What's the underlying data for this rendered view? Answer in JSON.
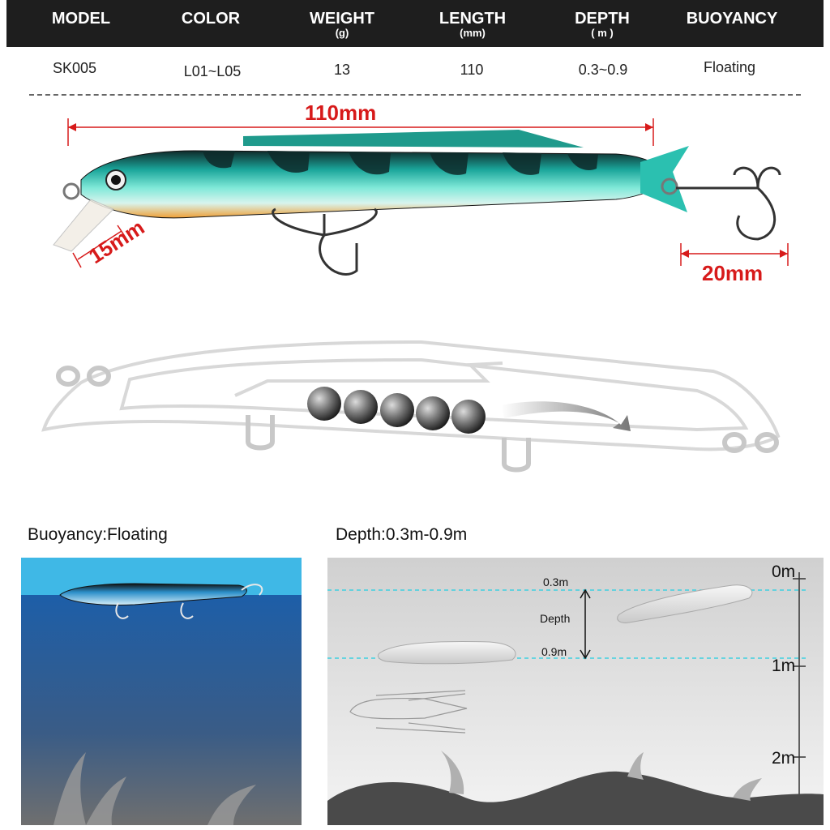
{
  "spec_table": {
    "headers": [
      {
        "label": "MODEL",
        "unit": ""
      },
      {
        "label": "COLOR",
        "unit": ""
      },
      {
        "label": "WEIGHT",
        "unit": "(g)"
      },
      {
        "label": "LENGTH",
        "unit": "(mm)"
      },
      {
        "label": "DEPTH",
        "unit": "( m )"
      },
      {
        "label": "BUOYANCY",
        "unit": ""
      }
    ],
    "values": [
      "SK005",
      "L01~L05",
      "13",
      "110",
      "0.3~0.9",
      "Floating"
    ]
  },
  "dimensions": {
    "body_length": "110mm",
    "lip_length": "15mm",
    "hook_length": "20mm"
  },
  "buoyancy_panel": {
    "title": "Buoyancy:Floating"
  },
  "depth_panel": {
    "title": "Depth:0.3m-0.9m",
    "scale_marks": [
      "0m",
      "1m",
      "2m"
    ],
    "depth_top": "0.3m",
    "depth_bottom": "0.9m",
    "depth_label": "Depth"
  },
  "colors": {
    "header_bg": "#1e1e1e",
    "dimension_red": "#d71a1a",
    "water_top": "#3fb8e6",
    "water_deep": "#1d5ea8",
    "depth_line": "#3fd0e0"
  },
  "icons": [
    "lure-body-icon",
    "treble-hook-icon",
    "weight-ball-icon",
    "split-ring-icon",
    "seaweed-icon"
  ]
}
